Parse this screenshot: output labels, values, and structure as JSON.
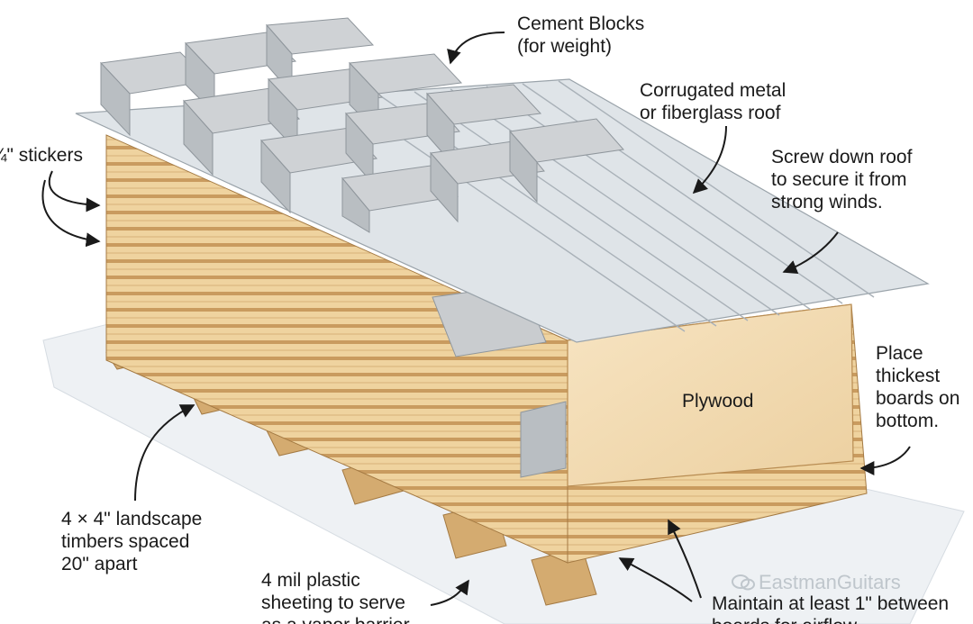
{
  "labels": {
    "cement_blocks": [
      "Cement Blocks",
      "(for weight)"
    ],
    "roof": [
      "Corrugated metal",
      "or fiberglass roof"
    ],
    "screw_roof": [
      "Screw down roof",
      "to secure it from",
      "strong winds."
    ],
    "stickers": "¾\" stickers",
    "place_thickest": [
      "Place",
      "thickest",
      "boards on",
      "bottom."
    ],
    "plywood": "Plywood",
    "timbers": [
      "4 × 4\" landscape",
      "timbers spaced",
      "20\" apart"
    ],
    "plastic": [
      "4 mil plastic",
      "sheeting to serve",
      "as a vapor barrier"
    ],
    "airflow": [
      "Maintain at least 1\" between",
      "boards for airflow"
    ]
  },
  "watermark": "EastmanGuitars",
  "colors": {
    "wood_light": "#f1d7a7",
    "wood_dark": "#d9b37a",
    "wood_edge": "#b88c52",
    "roof": "#dfe4e8",
    "roof_rib": "#9aa3aa",
    "block": "#c9cccf",
    "plastic": "#eef1f4",
    "leader": "#1a1a1a"
  }
}
